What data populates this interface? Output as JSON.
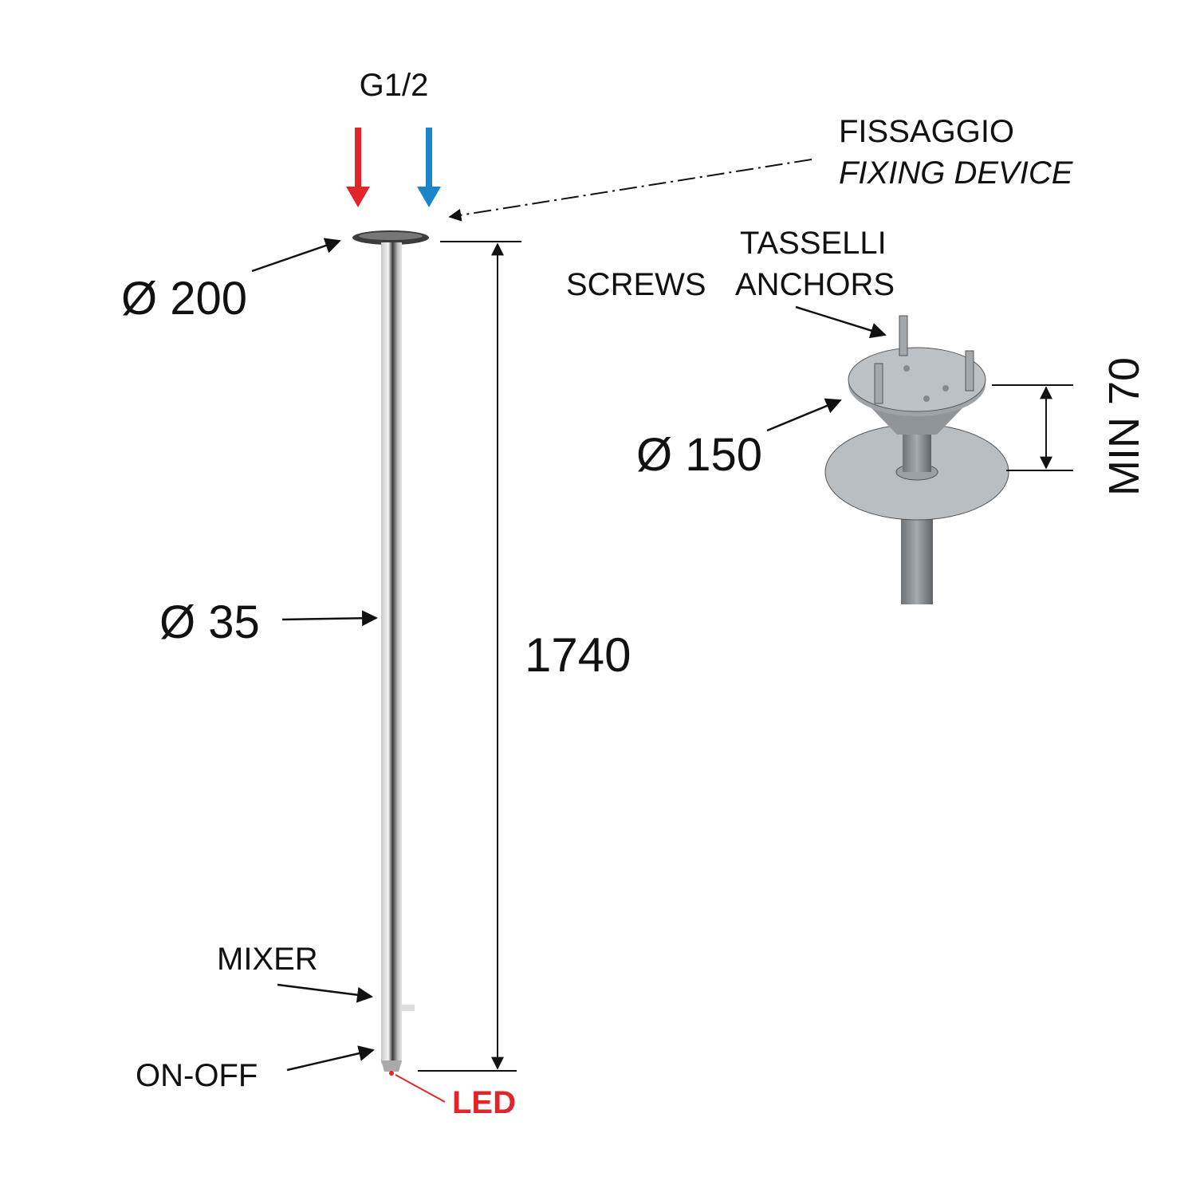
{
  "inlet": {
    "label": "G1/2",
    "hot_color": "#e0262b",
    "cold_color": "#1a86c8"
  },
  "labels": {
    "top_diameter": "Ø 200",
    "pipe_diameter": "Ø 35",
    "height": "1740",
    "mixer": "MIXER",
    "on_off": "ON-OFF",
    "led": "LED",
    "fixing_it": "FISSAGGIO",
    "fixing_en": "FIXING DEVICE",
    "anchors_it": "TASSELLI",
    "screws": "SCREWS",
    "anchors_en": "ANCHORS",
    "plate_diameter": "Ø 150",
    "min_height": "MIN 70"
  },
  "colors": {
    "led": "#e0262b",
    "metal": "#9aa0a6"
  }
}
